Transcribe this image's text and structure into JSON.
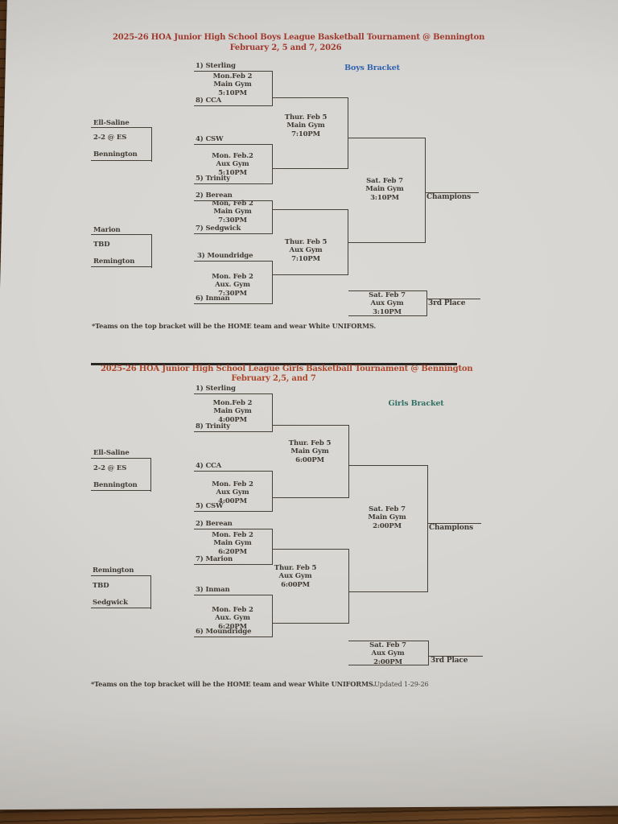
{
  "photo": {
    "paper_color": "#d7d5d1",
    "wood_color": "#5a3a20",
    "ink_color": "#403a33"
  },
  "boys": {
    "title": "2025-26 HOA Junior High School Boys League Basketball Tournament @ Bennington",
    "dates": "February 2, 5 and 7, 2026",
    "bracket_label": "Boys Bracket",
    "label_color": "#2e62b0",
    "title_color": "#a03a2e",
    "playin1": {
      "team_top": "Ell-Saline",
      "note": "2-2 @ ES",
      "team_bottom": "Bennington"
    },
    "playin2": {
      "team_top": "Marion",
      "note": "TBD",
      "team_bottom": "Remington"
    },
    "qf1": {
      "team_top": "1) Sterling",
      "team_bottom": "8) CCA",
      "date": "Mon.Feb 2",
      "venue": "Main Gym",
      "time": "5:10PM"
    },
    "qf2": {
      "team_top": "4) CSW",
      "team_bottom": "5) Trinity",
      "date": "Mon. Feb.2",
      "venue": "Aux Gym",
      "time": "5:10PM"
    },
    "qf3": {
      "team_top": "2) Berean",
      "team_bottom": "7) Sedgwick",
      "date": "Mon, Feb 2",
      "venue": "Main Gym",
      "time": "7:30PM"
    },
    "qf4": {
      "team_top": "3) Moundridge",
      "team_bottom": "6) Inman",
      "date": "Mon. Feb 2",
      "venue": "Aux. Gym",
      "time": "7:30PM"
    },
    "sf1": {
      "date": "Thur. Feb 5",
      "venue": "Main Gym",
      "time": "7:10PM"
    },
    "sf2": {
      "date": "Thur. Feb 5",
      "venue": "Aux Gym",
      "time": "7:10PM"
    },
    "final": {
      "date": "Sat. Feb 7",
      "venue": "Main Gym",
      "time": "3:10PM",
      "result_label": "Champions"
    },
    "third": {
      "date": "Sat. Feb 7",
      "venue": "Aux Gym",
      "time": "3:10PM",
      "result_label": "3rd Place"
    },
    "note": "*Teams on the top bracket will be the HOME team and wear White UNIFORMS."
  },
  "girls": {
    "title": "2025-26 HOA Junior High School League Girls Basketball Tournament @ Bennington",
    "dates": "February 2,5, and 7",
    "bracket_label": "Girls Bracket",
    "label_color": "#317065",
    "title_color": "#ad472c",
    "playin1": {
      "team_top": "Ell-Saline",
      "note": "2-2 @ ES",
      "team_bottom": "Bennington"
    },
    "playin2": {
      "team_top": "Remington",
      "note": "TBD",
      "team_bottom": "Sedgwick"
    },
    "qf1": {
      "team_top": "1) Sterling",
      "team_bottom": "8) Trinity",
      "date": "Mon.Feb 2",
      "venue": "Main Gym",
      "time": "4:00PM"
    },
    "qf2": {
      "team_top": "4) CCA",
      "team_bottom": "5) CSW",
      "date": "Mon. Feb 2",
      "venue": "Aux Gym",
      "time": "4:00PM"
    },
    "qf3": {
      "team_top": "2) Berean",
      "team_bottom": "7) Marion",
      "date": "Mon. Feb 2",
      "venue": "Main Gym",
      "time": "6:20PM"
    },
    "qf4": {
      "team_top": "3) Inman",
      "team_bottom": "6) Moundridge",
      "date": "Mon. Feb 2",
      "venue": "Aux. Gym",
      "time": "6:20PM"
    },
    "sf1": {
      "date": "Thur. Feb 5",
      "venue": "Main Gym",
      "time": "6:00PM"
    },
    "sf2": {
      "date": "Thur. Feb 5",
      "venue": "Aux Gym",
      "time": "6:00PM"
    },
    "final": {
      "date": "Sat. Feb 7",
      "venue": "Main Gym",
      "time": "2:00PM",
      "result_label": "Champions"
    },
    "third": {
      "date": "Sat. Feb 7",
      "venue": "Aux Gym",
      "time": "2:00PM",
      "result_label": "3rd Place"
    },
    "note": "*Teams on the top bracket will be the HOME team and wear White UNIFORMS.",
    "updated": "Updated 1-29-26"
  }
}
